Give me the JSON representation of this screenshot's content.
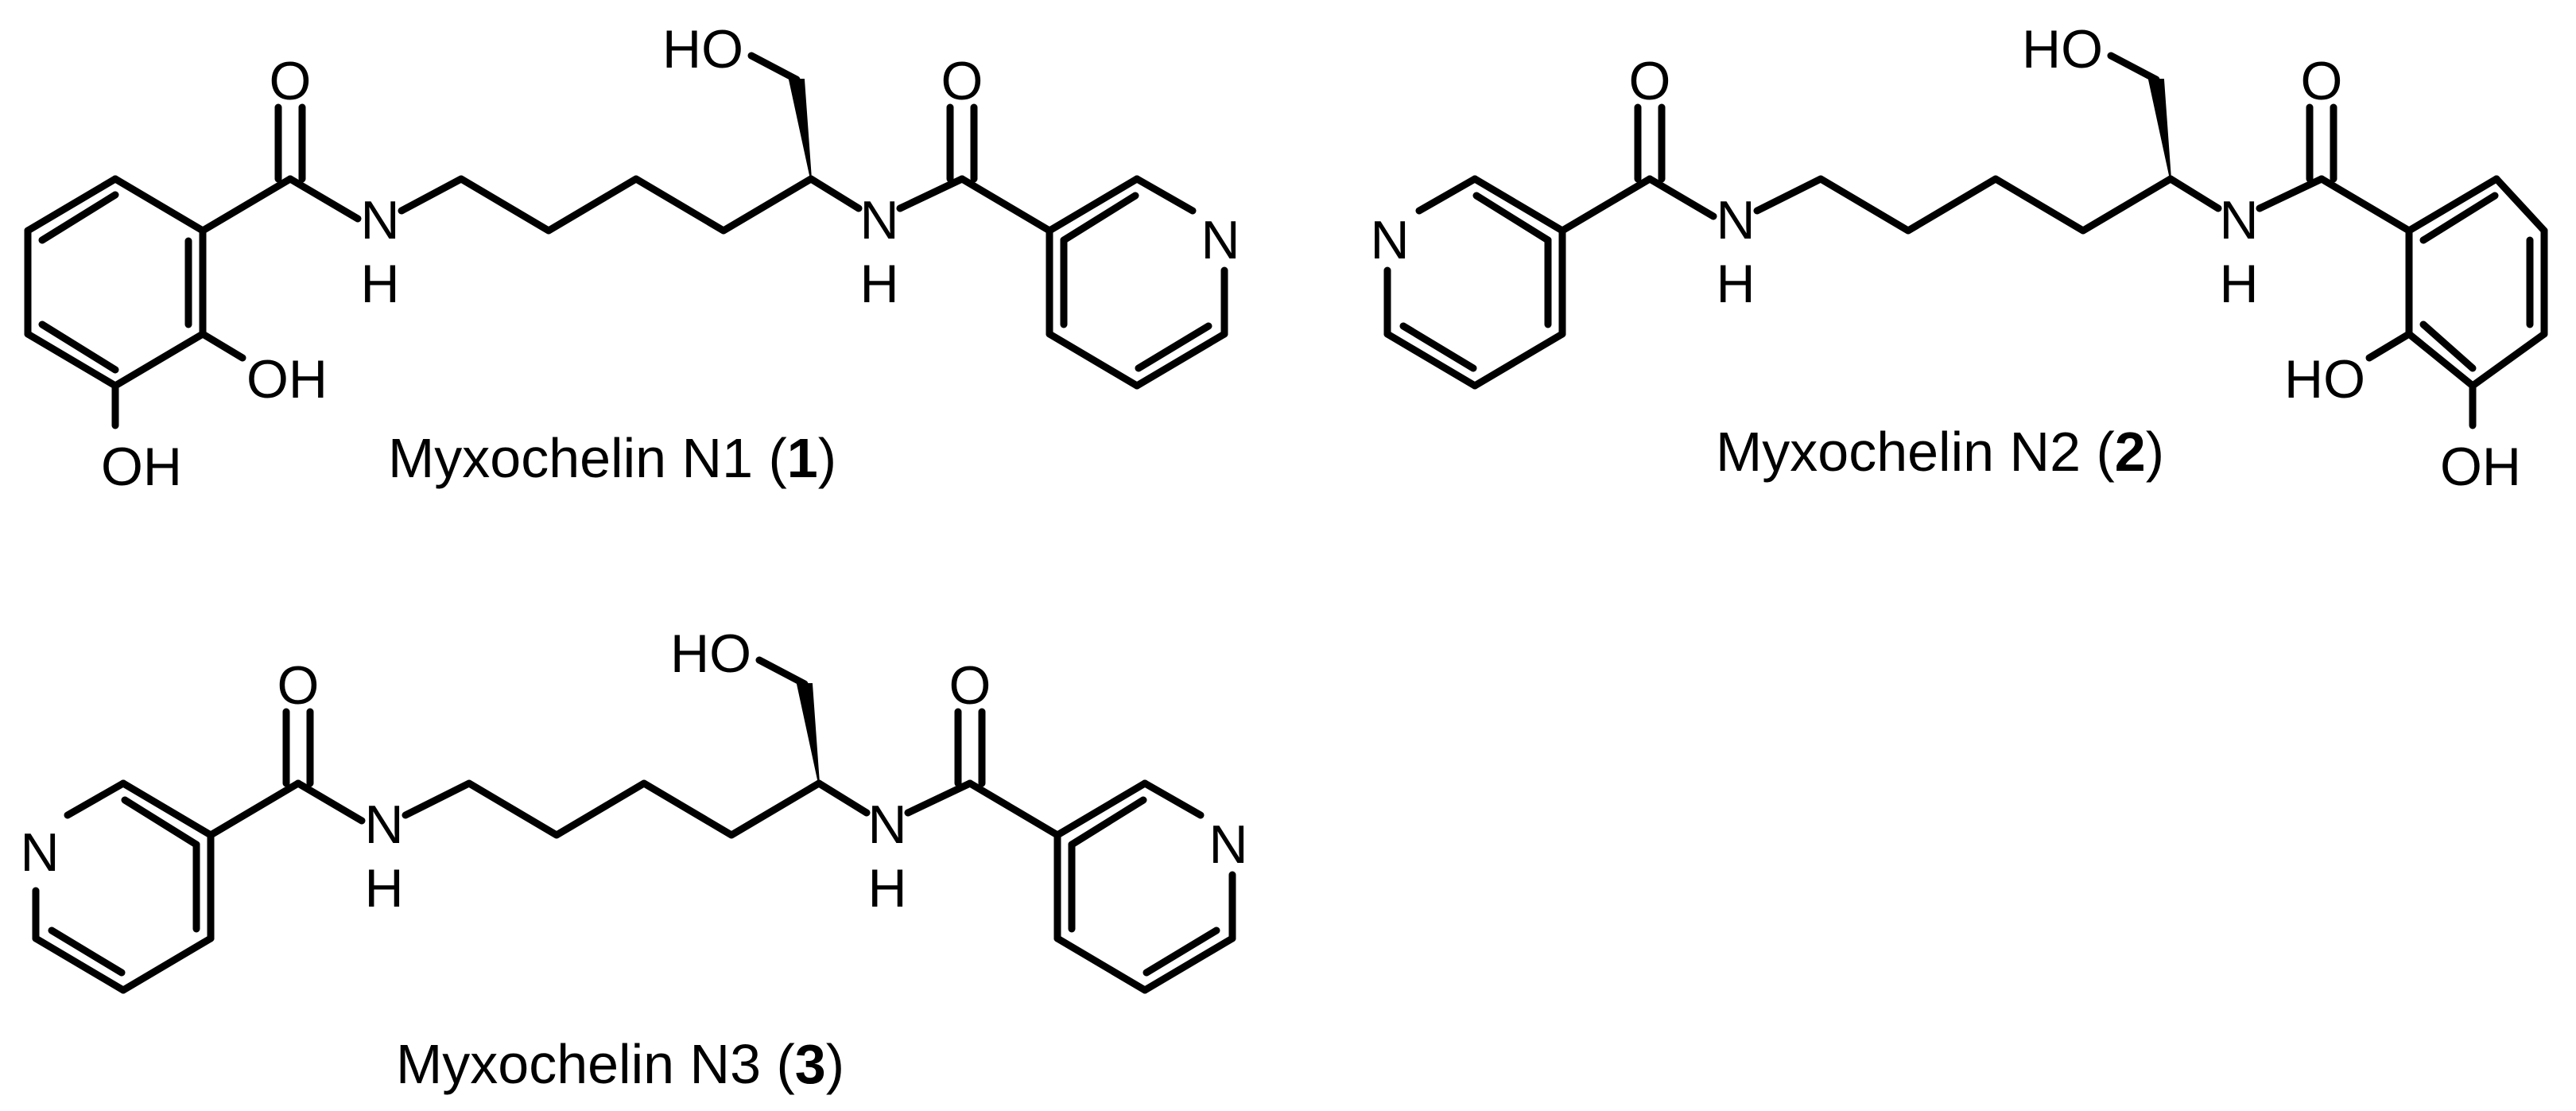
{
  "colors": {
    "background": "#ffffff",
    "ink": "#000000"
  },
  "molecules": [
    {
      "caption": {
        "name": "Myxochelin N1",
        "open": "(",
        "number": "1",
        "close": ")"
      },
      "atoms": {
        "o1": "O",
        "nh1": "N",
        "h1": "H",
        "ho": "HO",
        "o2": "O",
        "nh2": "N",
        "h2": "H",
        "npy": "N",
        "oh1": "OH",
        "oh2": "OH"
      }
    },
    {
      "caption": {
        "name": "Myxochelin N2",
        "open": "(",
        "number": "2",
        "close": ")"
      },
      "atoms": {
        "npy": "N",
        "o1": "O",
        "nh1": "N",
        "h1": "H",
        "ho": "HO",
        "o2": "O",
        "nh2": "N",
        "h2": "H",
        "ho2": "HO",
        "oh3": "OH"
      }
    },
    {
      "caption": {
        "name": "Myxochelin N3",
        "open": "(",
        "number": "3",
        "close": ")"
      },
      "atoms": {
        "npy1": "N",
        "o1": "O",
        "nh1": "N",
        "h1": "H",
        "ho": "HO",
        "o2": "O",
        "nh2": "N",
        "h2": "H",
        "npy2": "N"
      }
    }
  ]
}
